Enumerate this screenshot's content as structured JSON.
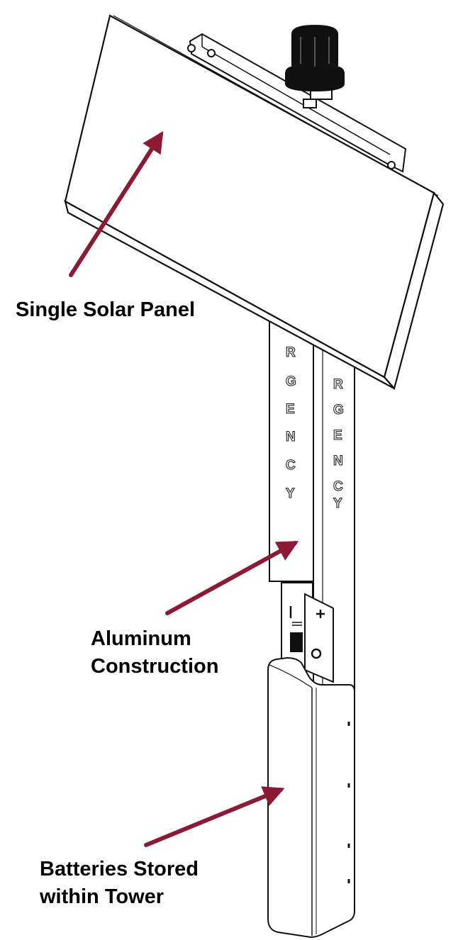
{
  "labels": {
    "solar_panel": "Single Solar Panel",
    "aluminum": [
      "Aluminum",
      "Construction"
    ],
    "batteries": [
      "Batteries Stored",
      "within Tower"
    ]
  },
  "pole_text_front": [
    "R",
    "G",
    "E",
    "N",
    "C",
    "Y"
  ],
  "pole_text_side": [
    "R",
    "G",
    "E",
    "N",
    "C",
    "Y"
  ],
  "colors": {
    "arrow": "#8b1a35",
    "line": "#111111",
    "text": "#000000"
  }
}
